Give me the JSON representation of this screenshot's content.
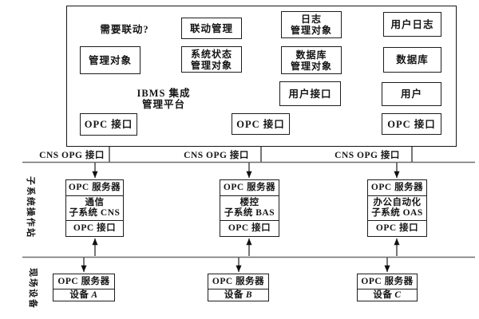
{
  "diagram": {
    "platform": {
      "title": [
        "IBMS 集成",
        "管理平台"
      ],
      "question": "需要联动?",
      "linkage": "联动管理",
      "mgmt_obj": "管理对象",
      "sys_status": [
        "系统状态",
        "管理对象"
      ],
      "log_mgmt": [
        "日志",
        "管理对象"
      ],
      "user_log": "用户日志",
      "db_mgmt": [
        "数据库",
        "管理对象"
      ],
      "database": "数据库",
      "user_if": "用户接口",
      "user": "用户",
      "opc_boxes": [
        "OPC 接口",
        "OPC 接口",
        "OPC 接口"
      ]
    },
    "interface_labels": [
      "CNS OPG 接口",
      "CNS OPG 接口",
      "CNS OPG 接口"
    ],
    "layer_labels": {
      "subsystem": "子系统操作站",
      "field": "现场设备"
    },
    "subsystems": [
      {
        "server": "OPC 服务器",
        "name": [
          "通信",
          "子系统 CNS"
        ],
        "iface": "OPC 接口"
      },
      {
        "server": "OPC 服务器",
        "name": [
          "楼控",
          "子系统 BAS"
        ],
        "iface": "OPC 接口"
      },
      {
        "server": "OPC 服务器",
        "name": [
          "办公自动化",
          "子系统 OAS"
        ],
        "iface": "OPC 接口"
      }
    ],
    "devices": [
      {
        "server": "OPC 服务器",
        "name": "设备",
        "code": "A"
      },
      {
        "server": "OPC 服务器",
        "name": "设备",
        "code": "B"
      },
      {
        "server": "OPC 服务器",
        "name": "设备",
        "code": "C"
      }
    ],
    "colors": {
      "line": "#1a1a1a",
      "separator": "#6e6e6e",
      "background": "#ffffff"
    }
  }
}
